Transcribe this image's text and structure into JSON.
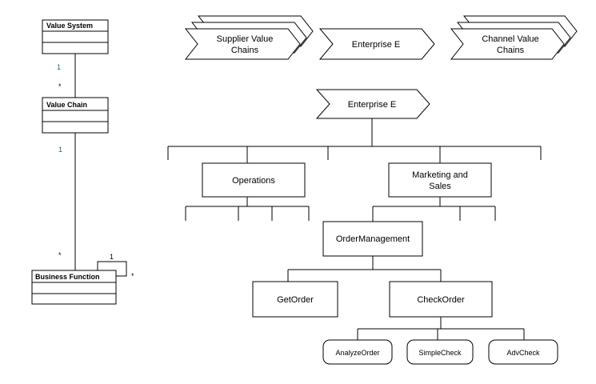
{
  "uml": {
    "value_system": "Value System",
    "value_chain": "Value Chain",
    "business_function": "Business Function",
    "mult_vs_to_vc_top": "1",
    "mult_vs_to_vc_bottom": "*",
    "mult_vc_to_bf_top": "1",
    "mult_vc_to_bf_bottom": "*",
    "mult_self_one": "1",
    "mult_self_many": "*"
  },
  "value_chains": {
    "supplier": [
      "Supplier Value",
      "Chains"
    ],
    "enterprise": "Enterprise E",
    "channel": [
      "Channel Value",
      "Chains"
    ]
  },
  "hierarchy": {
    "root": "Enterprise E",
    "operations": "Operations",
    "marketing": [
      "Marketing and",
      "Sales"
    ],
    "order_management": "OrderManagement",
    "get_order": "GetOrder",
    "check_order": "CheckOrder",
    "analyze_order": "AnalyzeOrder",
    "simple_check": "SimpleCheck",
    "adv_check": "AdvCheck"
  }
}
